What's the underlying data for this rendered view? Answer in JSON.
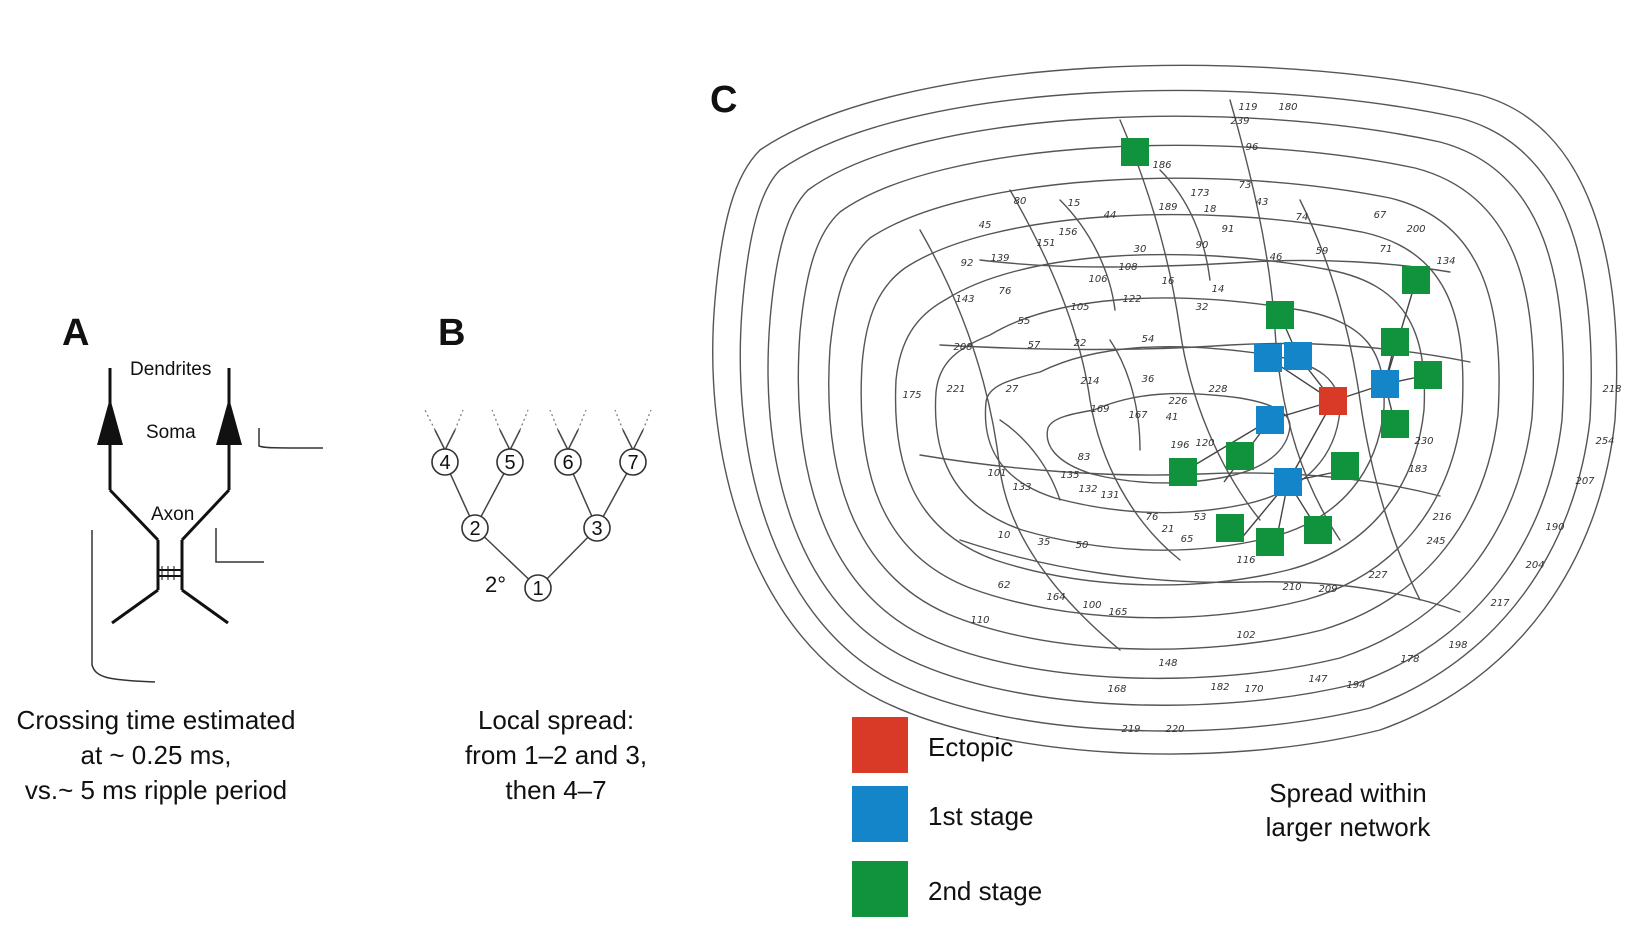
{
  "panels": {
    "a": {
      "letter": "A",
      "labels": {
        "dendrites": "Dendrites",
        "soma": "Soma",
        "axon": "Axon"
      },
      "caption": [
        "Crossing time estimated",
        "at ~ 0.25 ms,",
        "vs.~ 5 ms ripple period"
      ]
    },
    "b": {
      "letter": "B",
      "nodes": [
        "1",
        "2",
        "3",
        "4",
        "5",
        "6",
        "7"
      ],
      "order_label": "2°",
      "caption": [
        "Local spread:",
        "from 1–2 and 3,",
        "then 4–7"
      ]
    },
    "c": {
      "letter": "C",
      "caption": [
        "Spread within",
        "larger network"
      ],
      "legend": [
        {
          "label": "Ectopic",
          "color": "#d93a27"
        },
        {
          "label": "1st stage",
          "color": "#1485c8"
        },
        {
          "label": "2nd stage",
          "color": "#11933d"
        }
      ],
      "contour_labels": [
        "239",
        "119",
        "180",
        "96",
        "186",
        "173",
        "73",
        "43",
        "189",
        "18",
        "91",
        "80",
        "15",
        "44",
        "45",
        "156",
        "151",
        "30",
        "90",
        "46",
        "59",
        "74",
        "67",
        "71",
        "200",
        "134",
        "92",
        "139",
        "108",
        "106",
        "16",
        "14",
        "143",
        "76",
        "55",
        "105",
        "122",
        "32",
        "208",
        "57",
        "22",
        "54",
        "175",
        "221",
        "27",
        "214",
        "36",
        "226",
        "228",
        "169",
        "167",
        "41",
        "196",
        "120",
        "101",
        "83",
        "133",
        "135",
        "132",
        "131",
        "76",
        "53",
        "21",
        "65",
        "10",
        "35",
        "50",
        "116",
        "62",
        "164",
        "100",
        "165",
        "110",
        "210",
        "209",
        "227",
        "182",
        "170",
        "102",
        "148",
        "168",
        "219",
        "220",
        "147",
        "194",
        "178",
        "198",
        "217",
        "204",
        "190",
        "207",
        "254",
        "218",
        "245",
        "216",
        "183",
        "230"
      ]
    }
  }
}
